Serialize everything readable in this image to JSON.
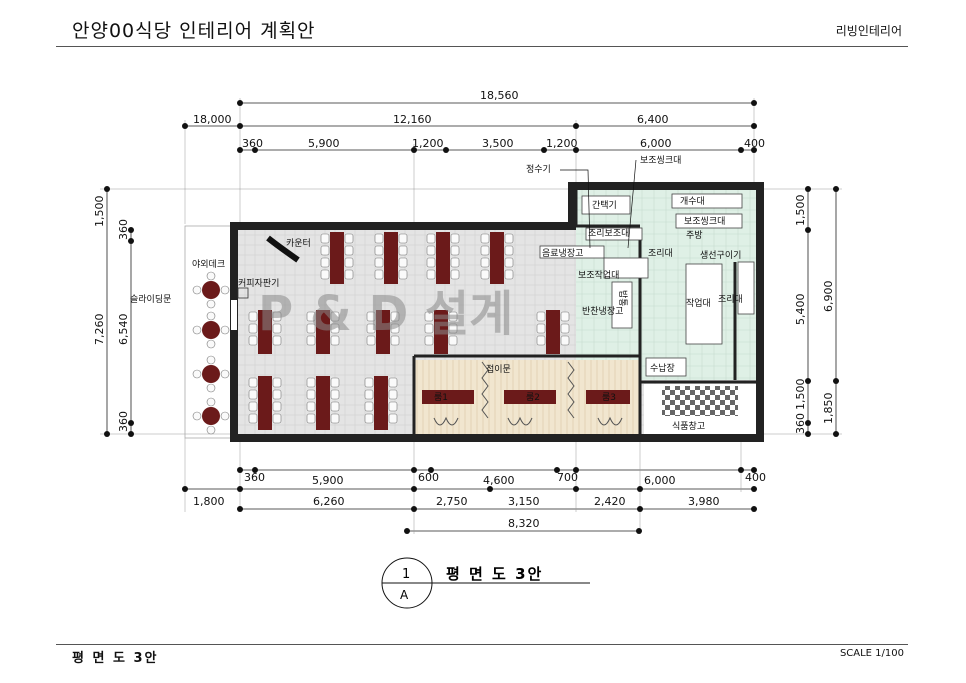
{
  "header": {
    "title": "안양00식당 인테리어 계획안",
    "company": "리빙인테리어"
  },
  "footer": {
    "plan_name": "평 면 도 3안",
    "scale": "SCALE 1/100"
  },
  "drawing_tag": {
    "number": "1",
    "sheet": "A",
    "title": "평 면 도 3안"
  },
  "watermark": "P & D 설계",
  "dimensions": {
    "top_total": "18,560",
    "top_left_total": "18,000",
    "top_mid": "12,160",
    "top_right": "6,400",
    "top_row": [
      "360",
      "5,900",
      "1,200",
      "3,500",
      "1,200",
      "6,000",
      "400"
    ],
    "left_outer": "7,260",
    "left_inner": "6,540",
    "left_top_a": "1,500",
    "left_top_b": "360",
    "left_bottom": "360",
    "right_top": "1,500",
    "right_mid": "5,400",
    "right_bottom": "1,500",
    "right_total": "6,900",
    "right_total_b": "1,850",
    "right_small": "360",
    "bottom_row1": [
      "360",
      "5,900",
      "600",
      "4,600",
      "700",
      "6,000",
      "400"
    ],
    "bottom_row2": [
      "1,800",
      "6,260",
      "2,750",
      "3,150",
      "2,420",
      "3,980"
    ],
    "bottom_row3": "8,320"
  },
  "rooms": {
    "terrace": "야외데크",
    "counter": "카운터",
    "vending": "커피자판기",
    "sliding_door": "슬라이딩문",
    "folding_door": "접이문",
    "room1": "룸1",
    "room2": "룸2",
    "room3": "룸3",
    "water": "정수기",
    "sub_sink": "보조씽크대",
    "snack": "간택기",
    "wash": "개수대",
    "sub_sink2": "보조씽크대",
    "kitchen": "주방",
    "cook_sub": "조리보조대",
    "cook": "조리대",
    "drink_fridge": "음료냉장고",
    "sub_work": "보조작업대",
    "fish_grill": "생선구이기",
    "side_fridge": "반찬냉장고",
    "rice": "밥통",
    "work": "작업대",
    "cook2": "조리대",
    "storage": "수납장",
    "food_storage": "식품창고"
  }
}
